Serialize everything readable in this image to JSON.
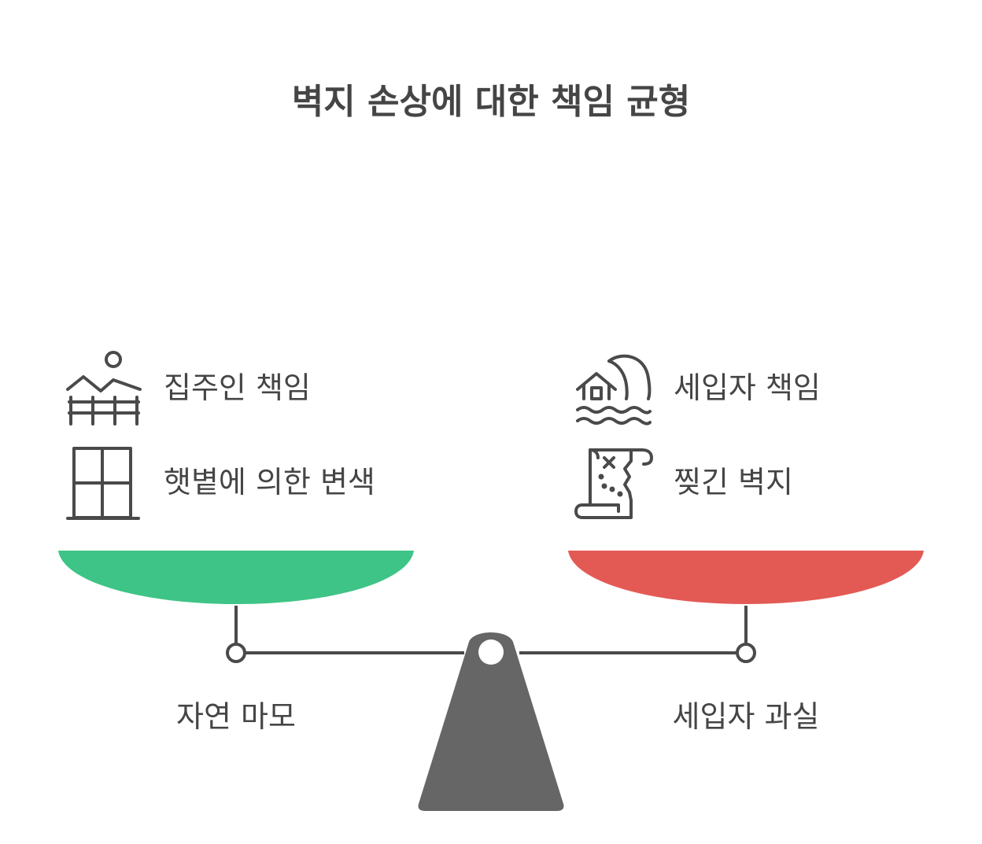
{
  "title": "벽지 손상에 대한 책임 균형",
  "left": {
    "items": [
      {
        "icon": "landscape-fence-icon",
        "label": "집주인 책임"
      },
      {
        "icon": "window-icon",
        "label": "햇볕에 의한 변색"
      }
    ],
    "base_label": "자연 마모",
    "pan_color": "#3EC486"
  },
  "right": {
    "items": [
      {
        "icon": "house-flood-icon",
        "label": "세입자 책임"
      },
      {
        "icon": "torn-map-icon",
        "label": "찢긴 벽지"
      }
    ],
    "base_label": "세입자 과실",
    "pan_color": "#E35A55"
  },
  "fulcrum_color": "#666666",
  "beam_color": "#4a4a4a"
}
